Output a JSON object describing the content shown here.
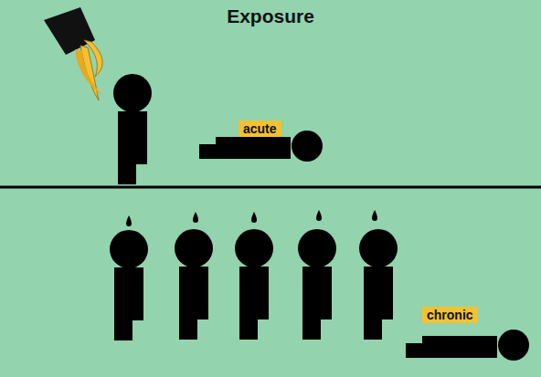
{
  "diagram": {
    "title": "Exposure",
    "nodes": [
      {
        "text": [
          "acute"
        ]
      },
      {
        "text": [
          "chronic"
        ]
      }
    ]
  }
}
